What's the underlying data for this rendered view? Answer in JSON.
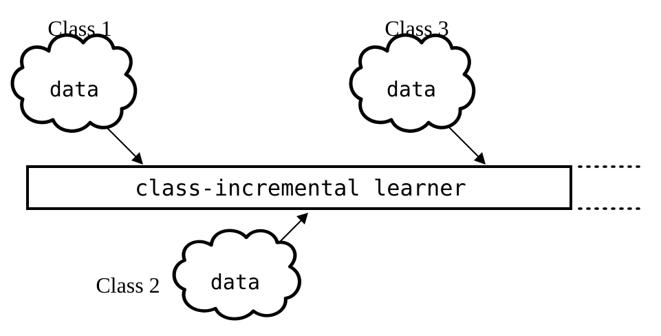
{
  "learner": {
    "label": "class-incremental learner"
  },
  "clouds": [
    {
      "class_label": "Class 1",
      "data_label": "data"
    },
    {
      "class_label": "Class 2",
      "data_label": "data"
    },
    {
      "class_label": "Class 3",
      "data_label": "data"
    }
  ],
  "continuation": {
    "marker": "......"
  },
  "colors": {
    "stroke": "#000000",
    "background": "#ffffff"
  }
}
